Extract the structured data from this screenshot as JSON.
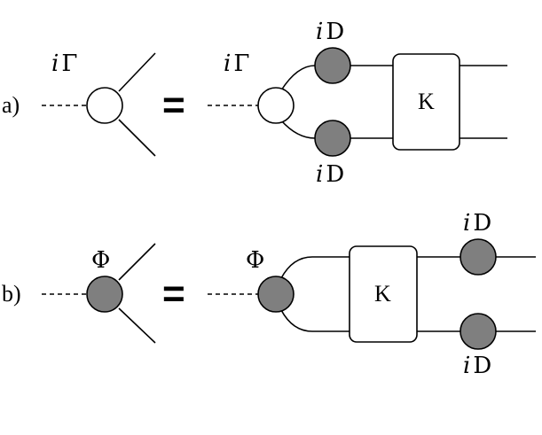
{
  "row_a": {
    "label": "a)",
    "lhs_vertex": "Γ",
    "rhs_vertex": "Γ",
    "top_prop": "D",
    "bottom_prop": "D",
    "kernel": "K",
    "equals": "="
  },
  "row_b": {
    "label": "b)",
    "lhs_vertex": "Φ",
    "rhs_vertex": "Φ",
    "top_prop": "D",
    "bottom_prop": "D",
    "kernel": "K",
    "equals": "="
  },
  "prefix_i": "i",
  "colors": {
    "filled_blob": "#7f7f7f",
    "open_blob": "#ffffff",
    "stroke": "#000000"
  }
}
